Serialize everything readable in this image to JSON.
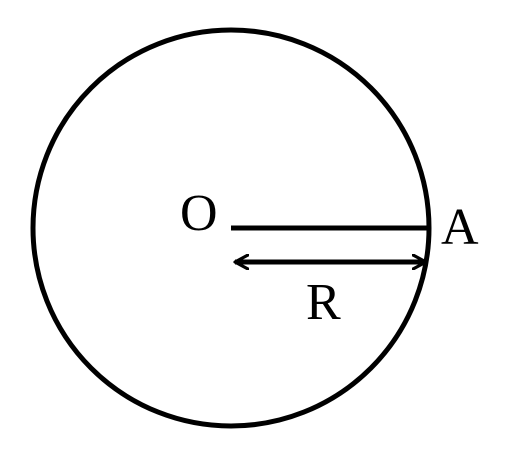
{
  "diagram": {
    "center_label": "O",
    "point_label": "A",
    "radius_label": "R",
    "stroke_color": "#000000",
    "background_color": "#ffffff"
  }
}
